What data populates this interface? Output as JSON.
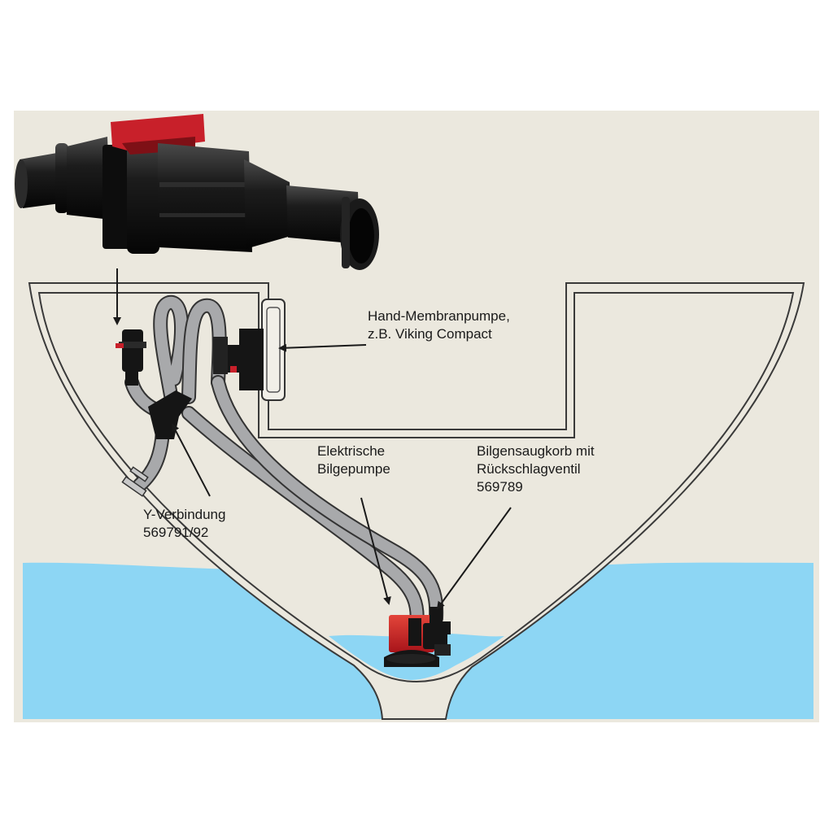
{
  "labels": {
    "hand_pump": {
      "line1": "Hand-Membranpumpe,",
      "line2": "z.B. Viking Compact"
    },
    "electric_pump": {
      "line1": "Elektrische",
      "line2": "Bilgepumpe"
    },
    "strainer": {
      "line1": "Bilgensaugkorb mit",
      "line2": "Rückschlagventil",
      "line3": "569789"
    },
    "y_connector": {
      "line1": "Y-Verbindung",
      "line2": "569791/92"
    }
  },
  "colors": {
    "panel_background": "#ebe8de",
    "water": "#8dd6f4",
    "hull_outline": "#3a3a3a",
    "hose": "#a8a9ab",
    "hose_outline": "#333333",
    "pump_red": "#d9261c",
    "valve_handle_red": "#c8202a",
    "fitting_black": "#151515"
  },
  "icons": {
    "ball_valve": "ball-valve-icon",
    "hand_pump": "diaphragm-pump-icon",
    "bilge_pump": "electric-bilge-pump-icon",
    "strainer": "strainer-icon",
    "y_piece": "y-connector-icon"
  }
}
